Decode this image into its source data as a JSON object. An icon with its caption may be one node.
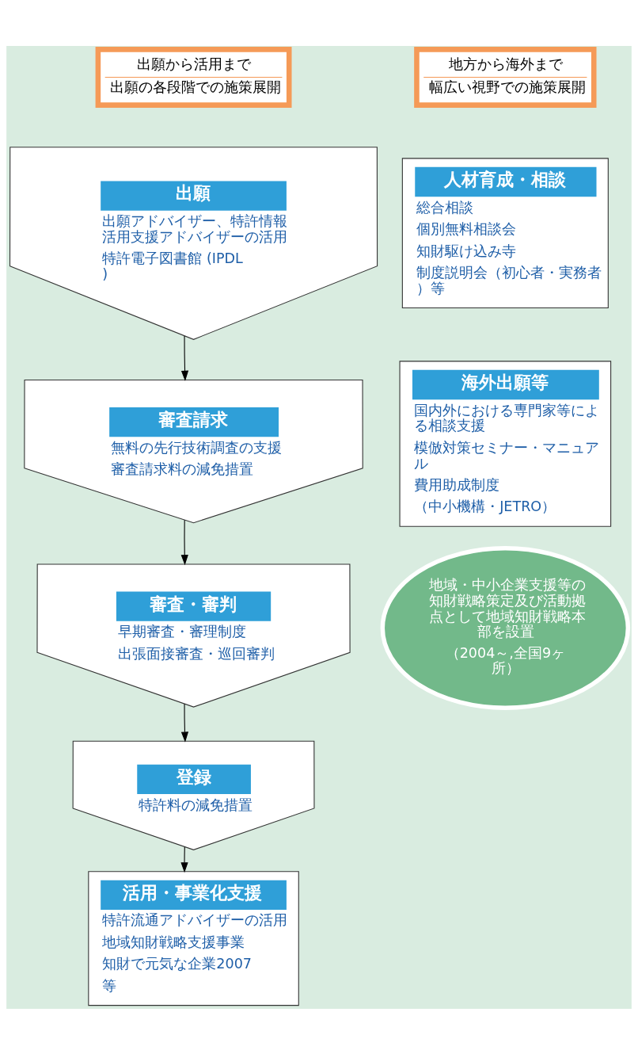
{
  "diagram": {
    "nodes": [
      {
        "text": [
          "出願から活用まで",
          "出願の各段階での施策展開"
        ]
      },
      {
        "text": [
          "出願",
          "出願アドバイザー、特許情報活用支援アドバイザーの活用",
          "特許電子図書館 (IPDL)"
        ]
      },
      {
        "text": [
          "審査請求",
          "無料の先行技術調査の支援",
          "審査請求料の減免措置"
        ]
      },
      {
        "text": [
          "審査・審判",
          "早期審査・審理制度",
          "出張面接審査・巡回審判"
        ]
      },
      {
        "text": [
          "登録",
          "特許料の減免措置"
        ]
      },
      {
        "text": [
          "活用・事業化支援",
          "特許流通アドバイザーの活用",
          "地域知財戦略支援事業",
          "知財で元気な企業2007",
          "等"
        ]
      },
      {
        "text": [
          "地方から海外まで",
          "幅広い視野での施策展開"
        ]
      },
      {
        "text": [
          "人材育成・相談",
          "総合相談",
          "個別無料相談会",
          "知財駆け込み寺",
          "制度説明会（初心者・実務者）等"
        ]
      },
      {
        "text": [
          "海外出願等",
          "国内外における専門家等による相談支援",
          "模倣対策セミナー・マニュアル",
          "費用助成制度",
          "（中小機構・JETRO）"
        ]
      },
      {
        "text": [
          "地域・中小企業支援等の知財戦略策定及び活動拠点として地域知財戦略本部を設置",
          "（2004～,全国9ヶ所）"
        ]
      }
    ],
    "edges": [
      {
        "from": 1,
        "to": 2,
        "arrow": "to"
      },
      {
        "from": 2,
        "to": 3,
        "arrow": "to"
      },
      {
        "from": 3,
        "to": 4,
        "arrow": "to"
      },
      {
        "from": 4,
        "to": 5,
        "arrow": "to"
      }
    ]
  }
}
